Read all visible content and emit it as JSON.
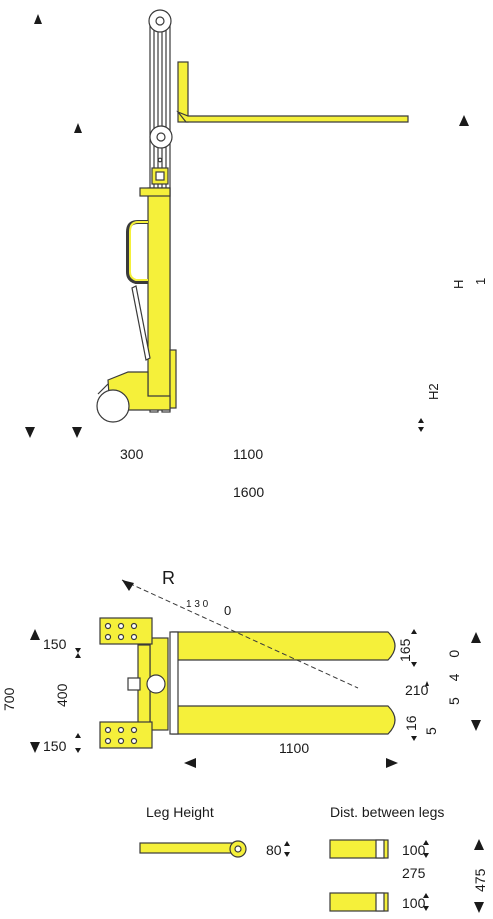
{
  "colors": {
    "yellow": "#f5f03a",
    "outline": "#3a3a3a",
    "text": "#1a1a1a"
  },
  "side_view": {
    "labels": {
      "h1": "H",
      "h1_sub": "1",
      "h2": "H2",
      "d300": "300",
      "d1100": "1100",
      "d1600": "1600"
    }
  },
  "top_view": {
    "labels": {
      "radius": "R",
      "radius_value": "1 3 0",
      "radius_value_tail": "0",
      "w150_top": "150",
      "w150_bottom": "150",
      "w700": "700",
      "w400": "400",
      "fork_165": "165",
      "fork_210": "210",
      "fork_540": "5 4 0",
      "fork_16": "16",
      "fork_5": "5",
      "fork_len": "1100"
    }
  },
  "legend": {
    "leg_height": {
      "title": "Leg Height",
      "value": "80"
    },
    "dist_between_legs": {
      "title": "Dist. between legs",
      "top_value": "100",
      "gap_value": "275",
      "bottom_value": "100",
      "total_value": "475"
    }
  }
}
